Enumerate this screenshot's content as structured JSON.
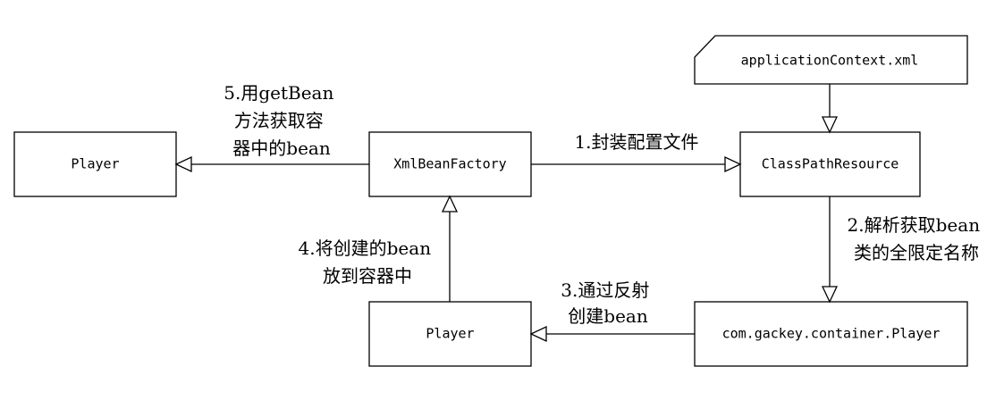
{
  "nodes": {
    "player_left": "Player",
    "xml_bean_factory": "XmlBeanFactory",
    "class_path_resource": "ClassPathResource",
    "application_context": "applicationContext.xml",
    "player_bottom": "Player",
    "gackey_player": "com.gackey.container.Player"
  },
  "edges": {
    "e1": [
      "1.封装配置文件"
    ],
    "e2": [
      "2.解析获取bean",
      "类的全限定名称"
    ],
    "e3": [
      "3.通过反射",
      "创建bean"
    ],
    "e4": [
      "4.将创建的bean",
      "放到容器中"
    ],
    "e5": [
      "5.用getBean",
      "方法获取容",
      "器中的bean"
    ]
  },
  "colors": {
    "stroke": "#000000",
    "background": "#ffffff"
  }
}
